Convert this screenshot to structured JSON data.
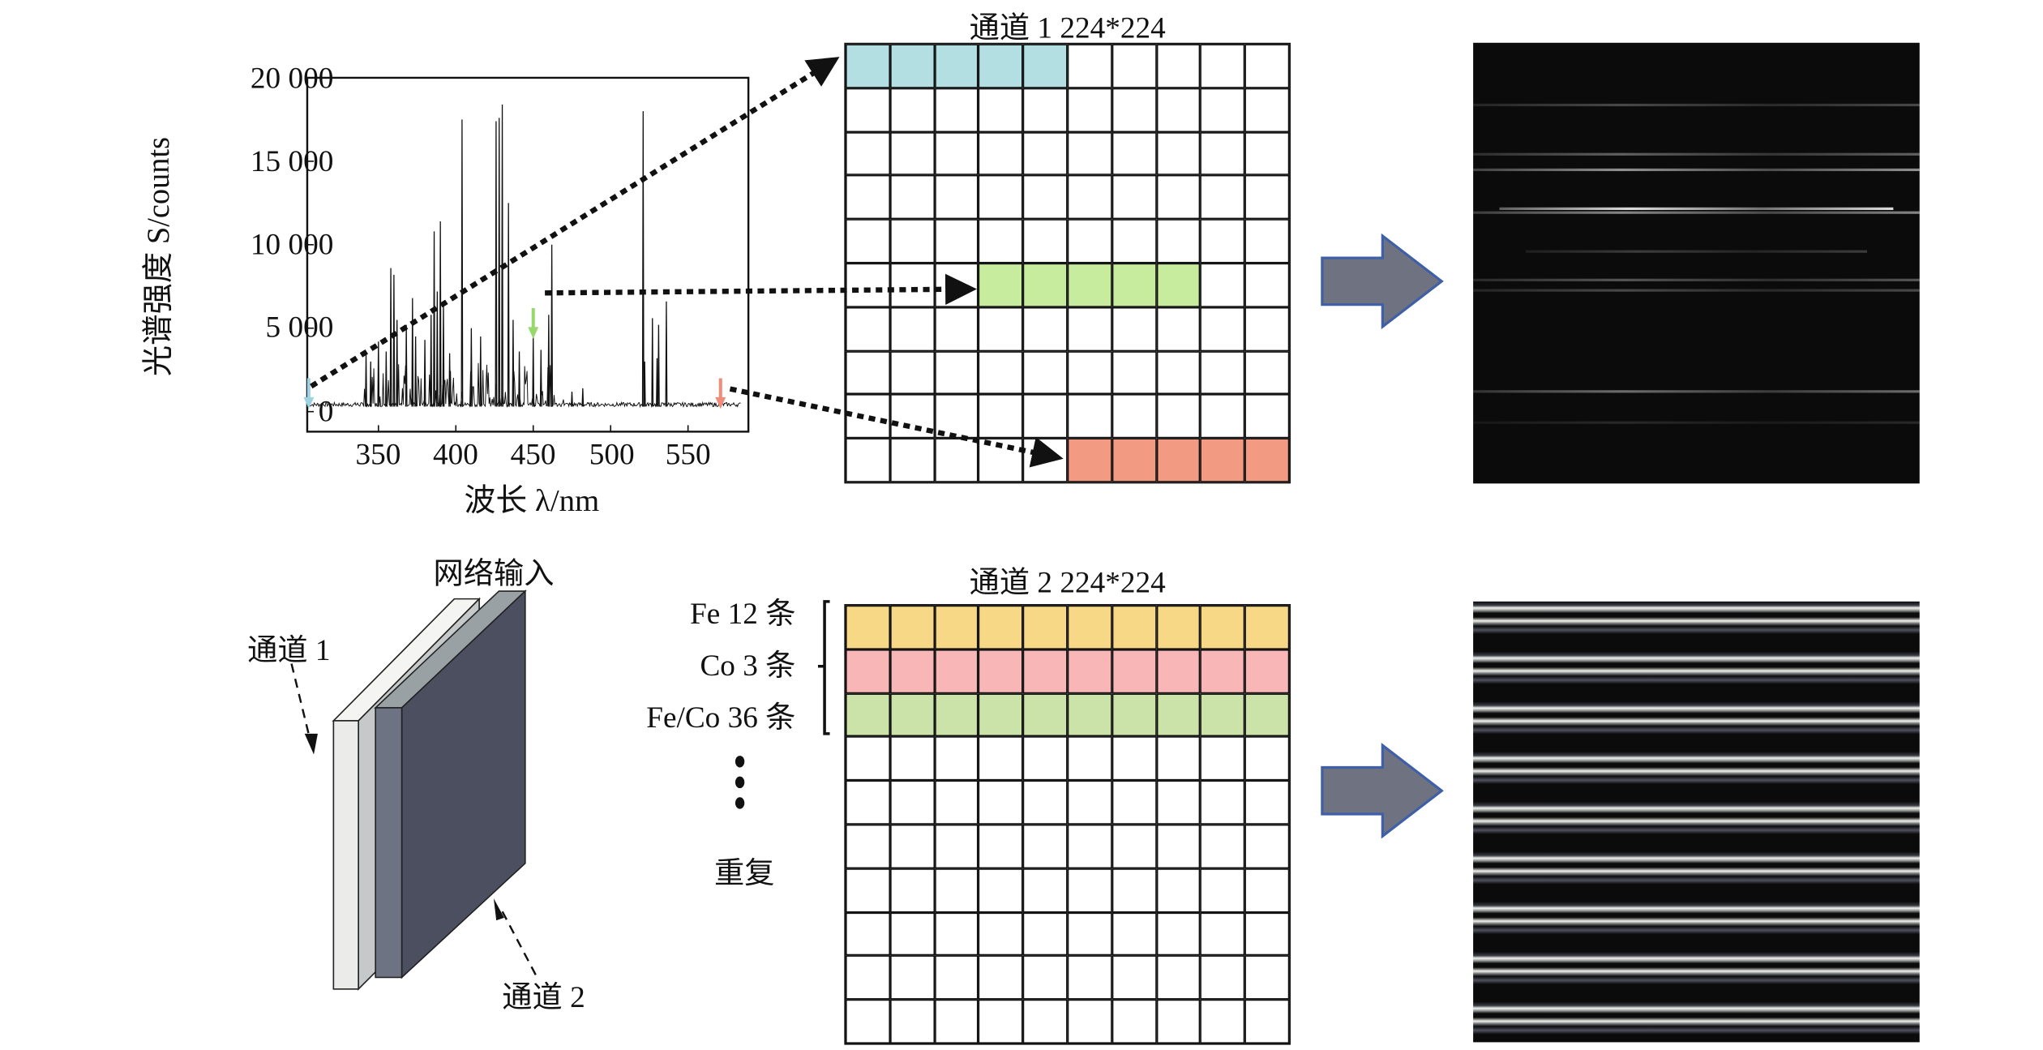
{
  "chart_data": {
    "type": "line",
    "title": "",
    "xlabel": "波长 λ/nm",
    "ylabel": "光谱强度 S/counts",
    "xlim": [
      304,
      589
    ],
    "ylim": [
      -1200,
      20000
    ],
    "xticks": [
      350,
      400,
      450,
      500,
      550
    ],
    "xtick_labels": [
      "350",
      "400",
      "450",
      "500",
      "550"
    ],
    "yticks": [
      0,
      5000,
      10000,
      15000,
      20000
    ],
    "ytick_labels": [
      "0",
      "5 000",
      "10 000",
      "15 000",
      "20 000"
    ],
    "baseline": 300,
    "peaks": [
      {
        "x": 342,
        "y": 3500
      },
      {
        "x": 345,
        "y": 3000
      },
      {
        "x": 350,
        "y": 4200
      },
      {
        "x": 355,
        "y": 3600
      },
      {
        "x": 358,
        "y": 8600
      },
      {
        "x": 360,
        "y": 8200
      },
      {
        "x": 362,
        "y": 5500
      },
      {
        "x": 368,
        "y": 5200
      },
      {
        "x": 372,
        "y": 6800
      },
      {
        "x": 374,
        "y": 4500
      },
      {
        "x": 380,
        "y": 4300
      },
      {
        "x": 384,
        "y": 5800
      },
      {
        "x": 386,
        "y": 10800
      },
      {
        "x": 388,
        "y": 7200
      },
      {
        "x": 390,
        "y": 11400
      },
      {
        "x": 392,
        "y": 6500
      },
      {
        "x": 396,
        "y": 3500
      },
      {
        "x": 404,
        "y": 17500
      },
      {
        "x": 410,
        "y": 5000
      },
      {
        "x": 416,
        "y": 4500
      },
      {
        "x": 426,
        "y": 17400
      },
      {
        "x": 428,
        "y": 17600
      },
      {
        "x": 430,
        "y": 18400
      },
      {
        "x": 434,
        "y": 12500
      },
      {
        "x": 437,
        "y": 5500
      },
      {
        "x": 441,
        "y": 3600
      },
      {
        "x": 450,
        "y": 4500
      },
      {
        "x": 455,
        "y": 3700
      },
      {
        "x": 460,
        "y": 5800
      },
      {
        "x": 462,
        "y": 10000
      },
      {
        "x": 475,
        "y": 1200
      },
      {
        "x": 482,
        "y": 1400
      },
      {
        "x": 521,
        "y": 18000
      },
      {
        "x": 522,
        "y": 3000
      },
      {
        "x": 527,
        "y": 5600
      },
      {
        "x": 530,
        "y": 3200
      },
      {
        "x": 531,
        "y": 5200
      },
      {
        "x": 536,
        "y": 6600
      }
    ],
    "markers": [
      {
        "x": 305,
        "color": "#9ed3e3"
      },
      {
        "x": 450,
        "color": "#97d86a"
      },
      {
        "x": 571,
        "color": "#ef8c7a"
      }
    ]
  },
  "channel1": {
    "title": "通道 1 224*224",
    "highlights": [
      {
        "row": 0,
        "from": 0,
        "to": 4,
        "color": "#b3dfe3"
      },
      {
        "row": 5,
        "from": 3,
        "to": 7,
        "color": "#c8ec9e"
      },
      {
        "row": 9,
        "from": 5,
        "to": 9,
        "color": "#f29a82"
      }
    ]
  },
  "channel2": {
    "title": "通道 2 224*224",
    "rows": [
      {
        "label": "Fe 12 条",
        "color": "#f6d886"
      },
      {
        "label": "Co 3 条",
        "color": "#f8b6b7"
      },
      {
        "label": "Fe/Co 36 条",
        "color": "#cbe2a9"
      }
    ],
    "repeat_label": "重复"
  },
  "network": {
    "title": "网络输入",
    "channel1_label": "通道 1",
    "channel2_label": "通道 2"
  },
  "colors": {
    "arrow_fill": "#6f7281",
    "arrow_stroke": "#3f5fa6",
    "layer_light": "#ebebe9",
    "layer_dark": "#4b4f60"
  }
}
